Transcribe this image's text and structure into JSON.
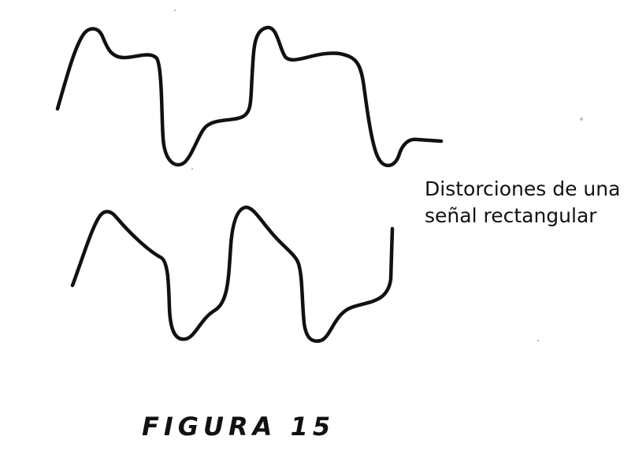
{
  "figure": {
    "caption_line1": "Distorciones de una",
    "caption_line2": "señal rectangular",
    "label": "FIGURA 15"
  },
  "colors": {
    "ink": "#111111",
    "background": "#ffffff"
  }
}
